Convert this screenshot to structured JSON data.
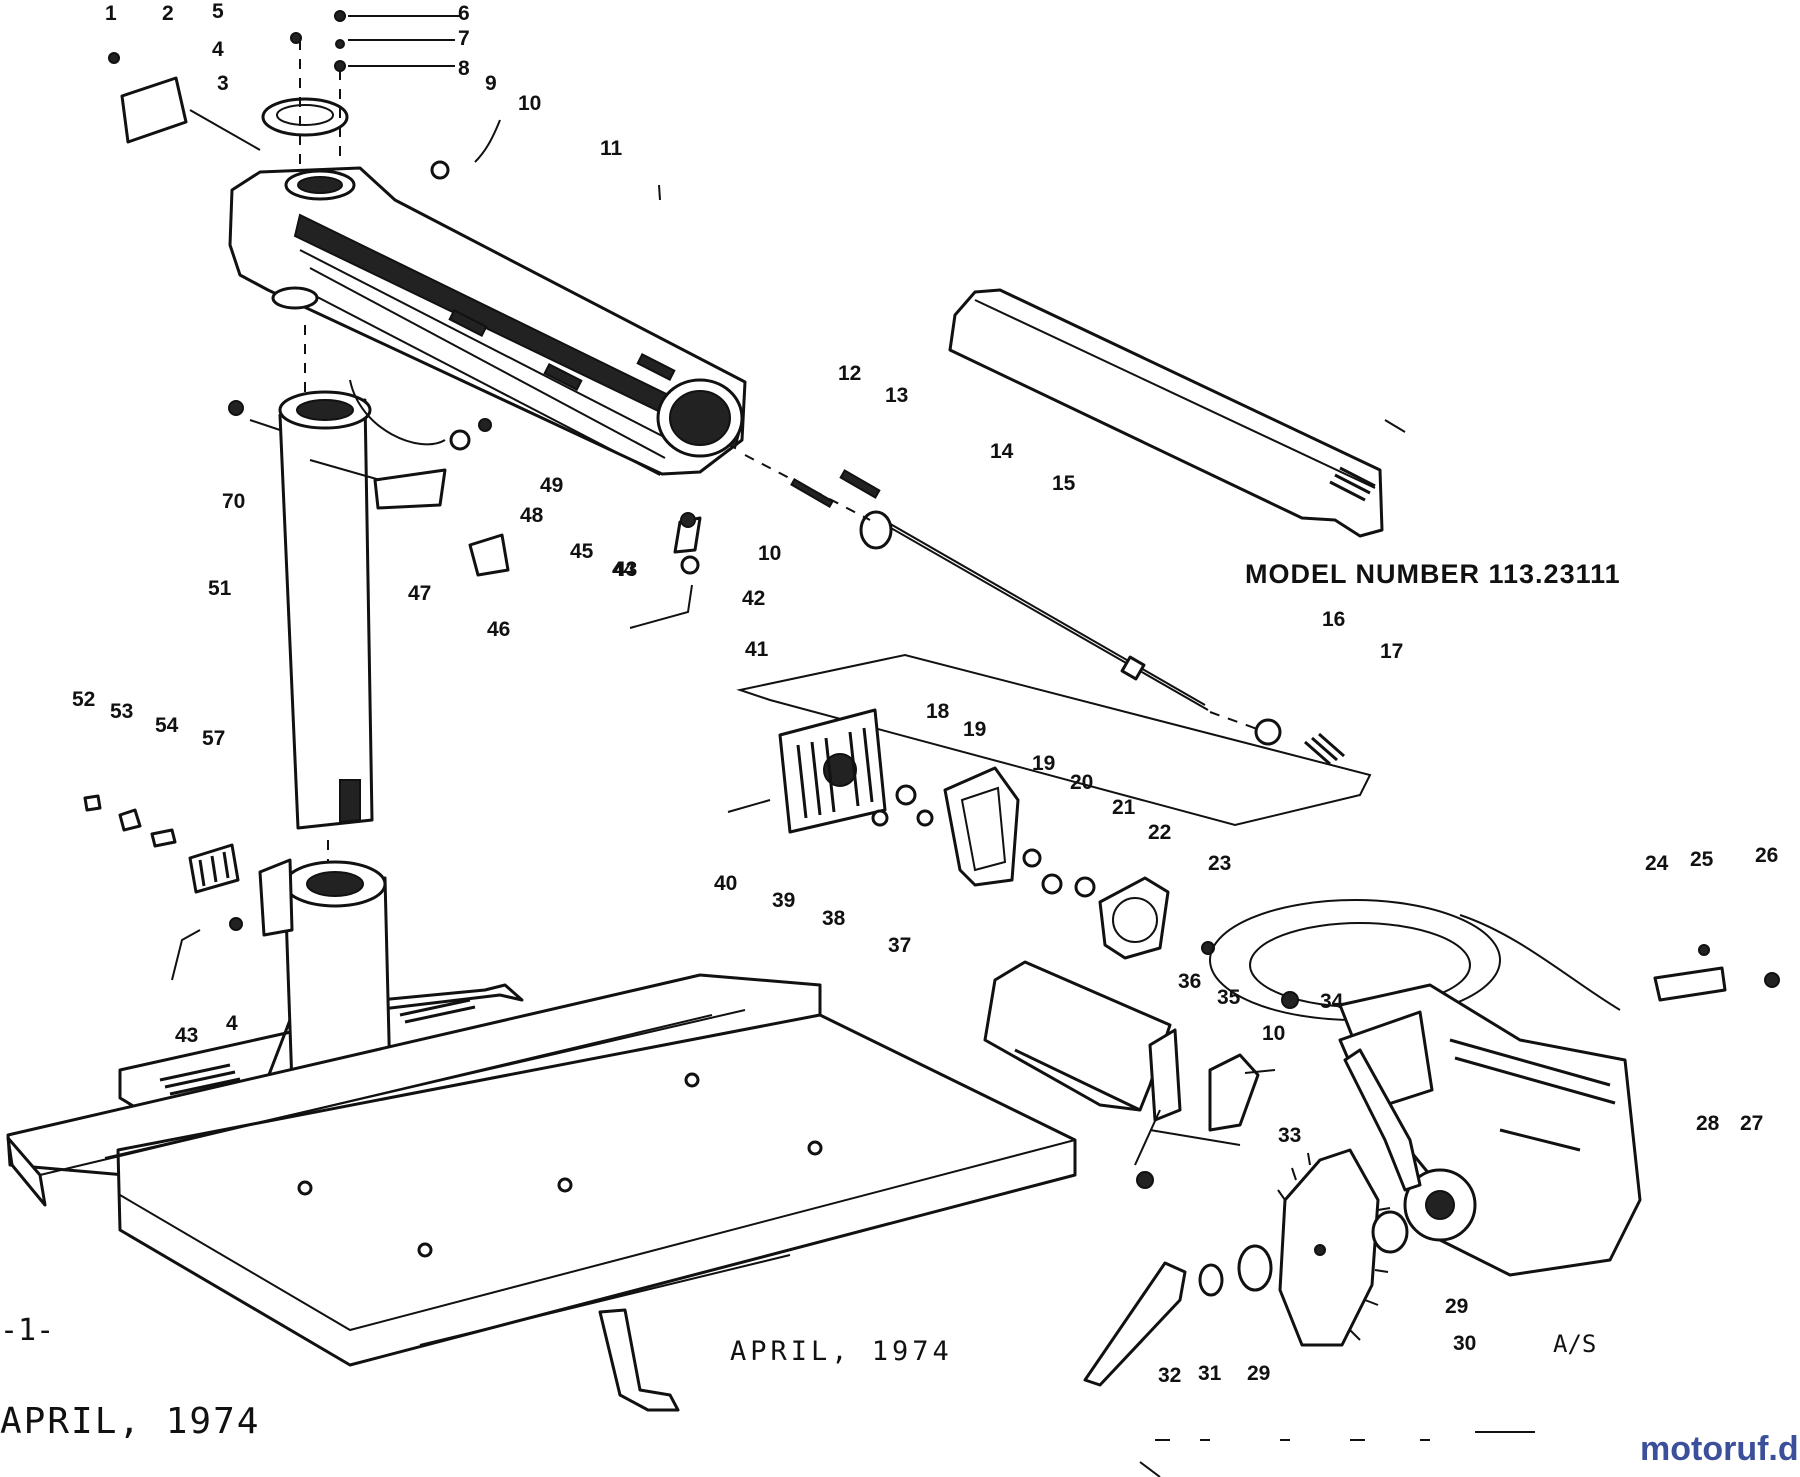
{
  "diagram": {
    "model_number": "MODEL NUMBER 113.23111",
    "date_center": "APRIL, 1974",
    "date_left": "APRIL, 1974",
    "page_marker": "-1-",
    "code_mark": "A/S",
    "watermark": "motoruf.de",
    "parts": [
      {
        "id": "p1",
        "label": "1"
      },
      {
        "id": "p2",
        "label": "2"
      },
      {
        "id": "p3",
        "label": "3"
      },
      {
        "id": "p4",
        "label": "4"
      },
      {
        "id": "p5",
        "label": "5"
      },
      {
        "id": "p6",
        "label": "6"
      },
      {
        "id": "p7",
        "label": "7"
      },
      {
        "id": "p8",
        "label": "8"
      },
      {
        "id": "p9",
        "label": "9"
      },
      {
        "id": "p10",
        "label": "10"
      },
      {
        "id": "p11",
        "label": "11"
      },
      {
        "id": "p12",
        "label": "12"
      },
      {
        "id": "p13",
        "label": "13"
      },
      {
        "id": "p14",
        "label": "14"
      },
      {
        "id": "p15",
        "label": "15"
      },
      {
        "id": "p16",
        "label": "16"
      },
      {
        "id": "p17",
        "label": "17"
      },
      {
        "id": "p18",
        "label": "18"
      },
      {
        "id": "p19a",
        "label": "19"
      },
      {
        "id": "p19b",
        "label": "19"
      },
      {
        "id": "p20",
        "label": "20"
      },
      {
        "id": "p21",
        "label": "21"
      },
      {
        "id": "p22",
        "label": "22"
      },
      {
        "id": "p23",
        "label": "23"
      },
      {
        "id": "p24",
        "label": "24"
      },
      {
        "id": "p25",
        "label": "25"
      },
      {
        "id": "p26",
        "label": "26"
      },
      {
        "id": "p27",
        "label": "27"
      },
      {
        "id": "p28",
        "label": "28"
      },
      {
        "id": "p29a",
        "label": "29"
      },
      {
        "id": "p29b",
        "label": "29"
      },
      {
        "id": "p30",
        "label": "30"
      },
      {
        "id": "p31",
        "label": "31"
      },
      {
        "id": "p32",
        "label": "32"
      },
      {
        "id": "p33",
        "label": "33"
      },
      {
        "id": "p34",
        "label": "34"
      },
      {
        "id": "p35",
        "label": "35"
      },
      {
        "id": "p36",
        "label": "36"
      },
      {
        "id": "p37",
        "label": "37"
      },
      {
        "id": "p38",
        "label": "38"
      },
      {
        "id": "p39",
        "label": "39"
      },
      {
        "id": "p40",
        "label": "40"
      },
      {
        "id": "p41",
        "label": "41"
      },
      {
        "id": "p42",
        "label": "42"
      },
      {
        "id": "p43a",
        "label": "43"
      },
      {
        "id": "p43b",
        "label": "43"
      },
      {
        "id": "p44",
        "label": "44"
      },
      {
        "id": "p45",
        "label": "45"
      },
      {
        "id": "p46",
        "label": "46"
      },
      {
        "id": "p47",
        "label": "47"
      },
      {
        "id": "p48",
        "label": "48"
      },
      {
        "id": "p49",
        "label": "49"
      },
      {
        "id": "p50",
        "label": "70"
      },
      {
        "id": "p51",
        "label": "51"
      },
      {
        "id": "p52",
        "label": "52"
      },
      {
        "id": "p53",
        "label": "53"
      },
      {
        "id": "p54",
        "label": "54"
      },
      {
        "id": "p57",
        "label": "57"
      },
      {
        "id": "p4b",
        "label": "4"
      },
      {
        "id": "p10b",
        "label": "10"
      },
      {
        "id": "p10c",
        "label": "10"
      }
    ]
  }
}
